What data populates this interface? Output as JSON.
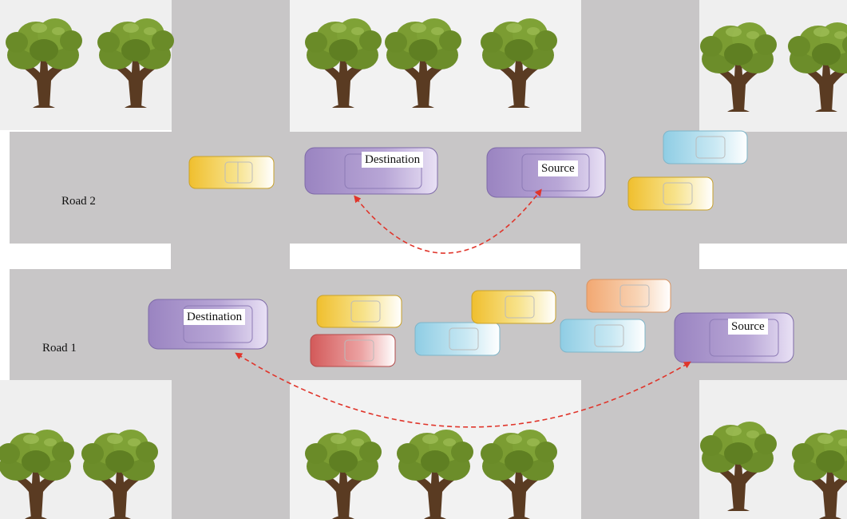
{
  "roads": [
    {
      "id": "road2",
      "label": "Road 2"
    },
    {
      "id": "road1",
      "label": "Road 1"
    }
  ],
  "markers": {
    "road2_destination": "Destination",
    "road2_source": "Source",
    "road1_destination": "Destination",
    "road1_source": "Source"
  },
  "colors": {
    "road": "#c8c6c7",
    "block": "#eeeeee",
    "median": "#ffffff",
    "arrow": "#e0352b",
    "car_yellow": "#f2c23a",
    "car_purple": "#9b86c2",
    "car_blue": "#a9d9ea",
    "car_red": "#d96a6a",
    "car_orange": "#f3b98a",
    "foliage": "#6f8f2c",
    "trunk": "#5a3b22"
  },
  "icons": {
    "tree": "tree-icon",
    "car": "car-icon",
    "arrow": "dashed-arrow-icon"
  }
}
